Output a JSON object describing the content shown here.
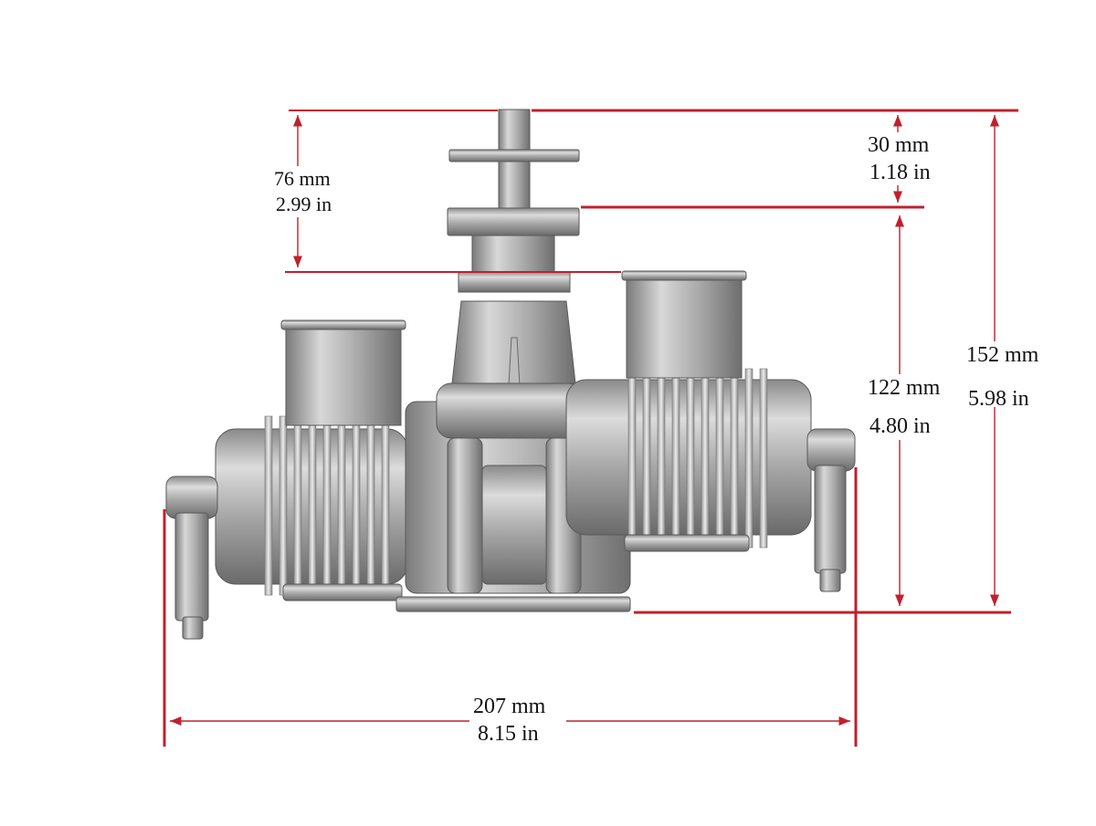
{
  "colors": {
    "dimension_line": "#c0202e",
    "engine_light": "#d4d4d4",
    "engine_mid": "#a8a8a8",
    "engine_dark": "#6e6e6e",
    "label_text": "#111111"
  },
  "dimensions": {
    "prop_hub_height": {
      "mm": "76 mm",
      "in": "2.99 in"
    },
    "shaft_height": {
      "mm": "30 mm",
      "in": "1.18 in"
    },
    "body_height": {
      "mm": "122 mm",
      "in": "4.80 in"
    },
    "total_height": {
      "mm": "152 mm",
      "in": "5.98 in"
    },
    "total_width": {
      "mm": "207 mm",
      "in": "8.15 in"
    }
  }
}
